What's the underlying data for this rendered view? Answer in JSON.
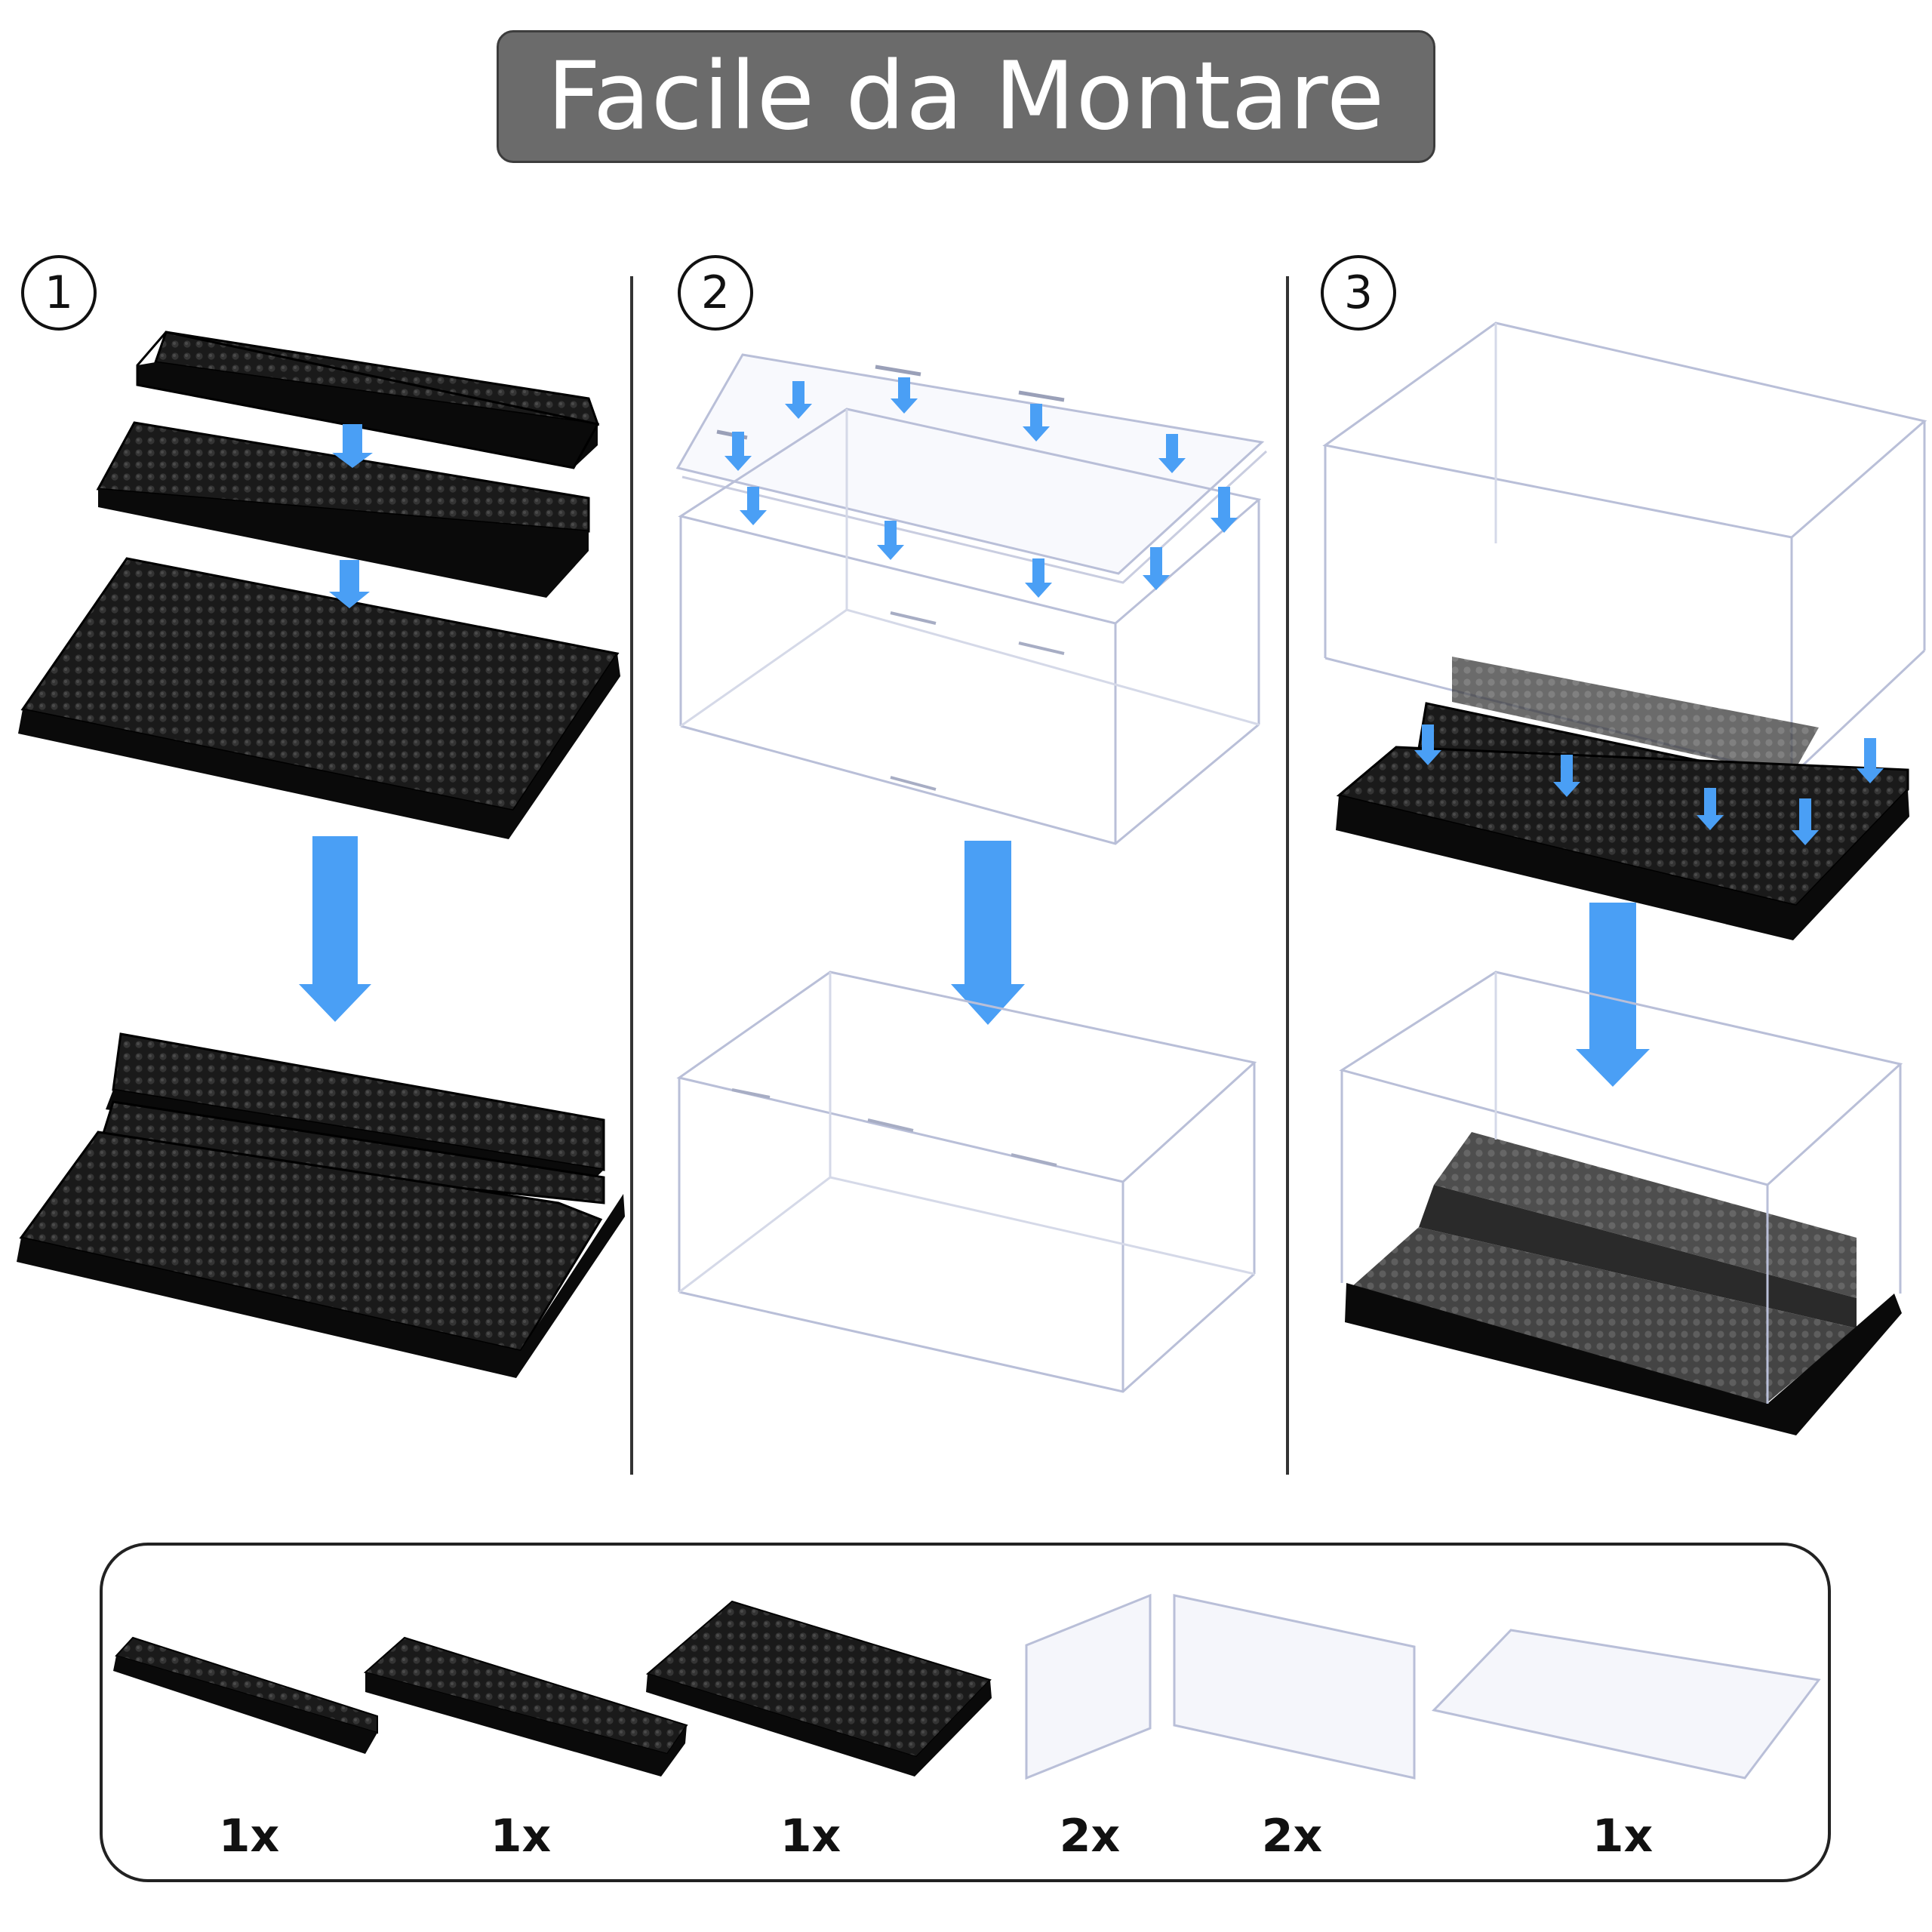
{
  "title": "Facile da Montare",
  "steps": [
    "1",
    "2",
    "3"
  ],
  "parts": [
    {
      "qty": "1x",
      "item": "small-baseplate"
    },
    {
      "qty": "1x",
      "item": "medium-baseplate"
    },
    {
      "qty": "1x",
      "item": "large-baseplate"
    },
    {
      "qty": "2x",
      "item": "side-panel"
    },
    {
      "qty": "2x",
      "item": "long-panel"
    },
    {
      "qty": "1x",
      "item": "top-panel"
    }
  ],
  "colors": {
    "arrow": "#4a9ff5",
    "plate": "#161616",
    "panel_edge": "#b9bfd8",
    "title_bg": "#6b6b6b"
  }
}
